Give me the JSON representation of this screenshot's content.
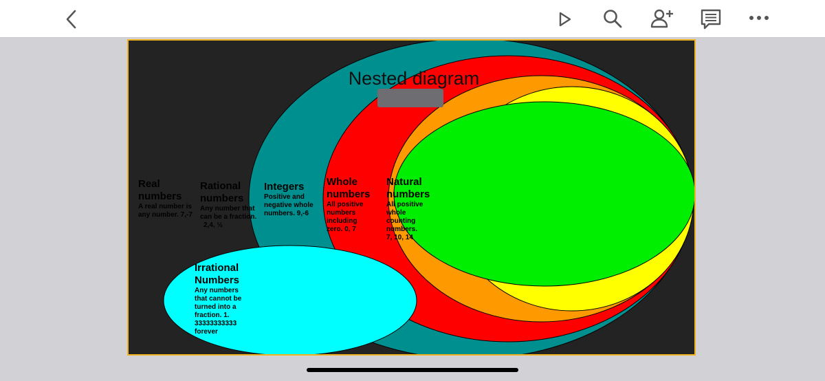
{
  "toolbar": {
    "back_icon": "chevron-left-icon",
    "present_icon": "play-icon",
    "search_icon": "search-icon",
    "share_icon": "add-person-icon",
    "comments_icon": "comment-icon",
    "more_icon": "more-horizontal-icon",
    "accent": "#555555"
  },
  "slide": {
    "title": "Nested diagram",
    "subtitle": "C                      m",
    "border_color": "#f0b21f",
    "background": "#232323",
    "sets": [
      {
        "key": "real",
        "head1": "Real",
        "head2": "numbers",
        "body": [
          "A real number is",
          "any number. 7,-7"
        ],
        "color": "#008f8f"
      },
      {
        "key": "rational",
        "head1": "Rational",
        "head2": "numbers",
        "body": [
          "Any number that",
          "can be a fraction.",
          "2,4, ½"
        ],
        "color": "#ff0000"
      },
      {
        "key": "integers",
        "head1": "Integers",
        "head2": "",
        "body": [
          "Positive and",
          "negative whole",
          "numbers. 9,-6"
        ],
        "color": "#ff9900"
      },
      {
        "key": "whole",
        "head1": "Whole",
        "head2": "numbers",
        "body": [
          "All positive",
          "numbers",
          "including",
          "zero. 0, 7"
        ],
        "color": "#ffff00"
      },
      {
        "key": "natural",
        "head1": "Natural",
        "head2": "numbers",
        "body": [
          "All positive",
          "whole",
          "counting",
          "numbers.",
          "7, 10, 14"
        ],
        "color": "#00ee00"
      },
      {
        "key": "irrational",
        "head1": "Irrational",
        "head2": "Numbers",
        "body": [
          "Any numbers",
          "that cannot be",
          "turned into a",
          "fraction. 1.",
          "33333333333",
          "forever"
        ],
        "color": "#00ffff"
      }
    ]
  }
}
